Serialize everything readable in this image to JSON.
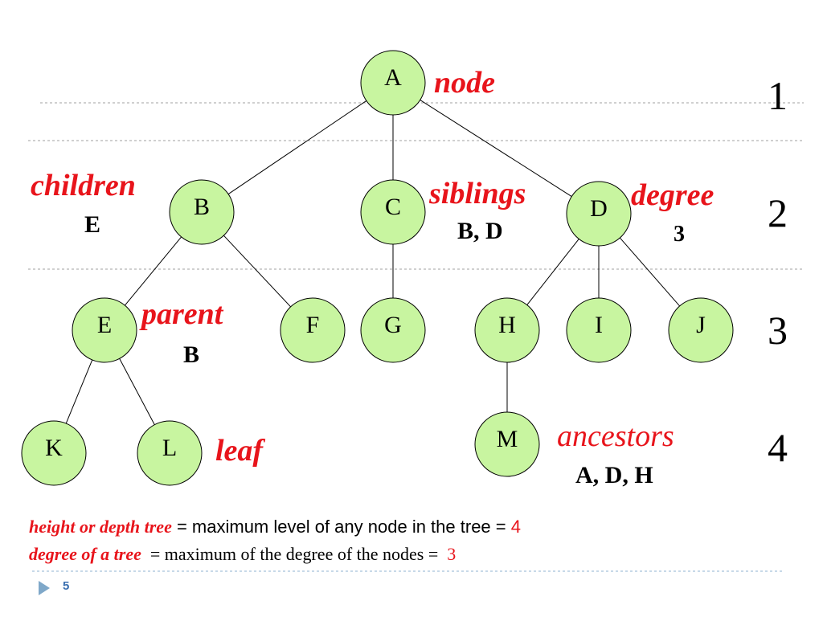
{
  "colors": {
    "node_fill": "#c8f5a0",
    "node_stroke": "#000000",
    "term_red": "#e8141b",
    "divider": "#a0a0a0",
    "footer_line": "#8fb3d0"
  },
  "nodes": [
    {
      "id": "A",
      "label": "A"
    },
    {
      "id": "B",
      "label": "B"
    },
    {
      "id": "C",
      "label": "C"
    },
    {
      "id": "D",
      "label": "D"
    },
    {
      "id": "E",
      "label": "E"
    },
    {
      "id": "F",
      "label": "F"
    },
    {
      "id": "G",
      "label": "G"
    },
    {
      "id": "H",
      "label": "H"
    },
    {
      "id": "I",
      "label": "I"
    },
    {
      "id": "J",
      "label": "J"
    },
    {
      "id": "K",
      "label": "K"
    },
    {
      "id": "L",
      "label": "L"
    },
    {
      "id": "M",
      "label": "M"
    }
  ],
  "edges": [
    [
      "A",
      "B"
    ],
    [
      "A",
      "C"
    ],
    [
      "A",
      "D"
    ],
    [
      "B",
      "E"
    ],
    [
      "B",
      "F"
    ],
    [
      "C",
      "G"
    ],
    [
      "D",
      "H"
    ],
    [
      "D",
      "I"
    ],
    [
      "D",
      "J"
    ],
    [
      "E",
      "K"
    ],
    [
      "E",
      "L"
    ],
    [
      "H",
      "M"
    ]
  ],
  "annotations": {
    "node": {
      "term": "node"
    },
    "children": {
      "term": "children",
      "value": "E"
    },
    "siblings": {
      "term": "siblings",
      "value": "B, D"
    },
    "degree": {
      "term": "degree",
      "value": "3"
    },
    "parent": {
      "term": "parent",
      "value": "B"
    },
    "leaf": {
      "term": "leaf"
    },
    "ancestors": {
      "term": "ancestors",
      "value": "A, D, H"
    }
  },
  "levels": [
    "1",
    "2",
    "3",
    "4"
  ],
  "definitions": {
    "height": {
      "term": "height or depth tree",
      "text": " = maximum level of any node in the tree = ",
      "value": "4"
    },
    "degree": {
      "term": "degree of a tree",
      "text": "  = maximum of the degree of the nodes =  ",
      "value": "3"
    }
  },
  "footer": {
    "page_number": "5"
  }
}
